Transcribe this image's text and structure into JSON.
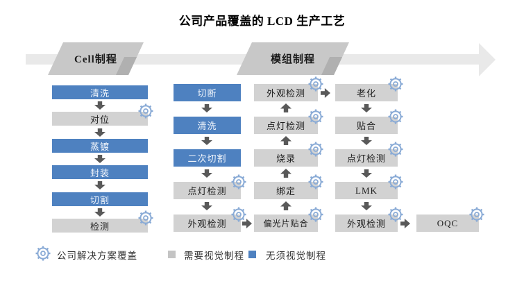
{
  "title": "公司产品覆盖的 LCD 生产工艺",
  "banner": {
    "stage1_label": "Cell制程",
    "stage2_label": "模组制程"
  },
  "flow": {
    "cell_column": {
      "flow_direction": "down",
      "items": [
        {
          "label": "清洗",
          "type": "no_vision",
          "solution_covered": false
        },
        {
          "label": "对位",
          "type": "vision",
          "solution_covered": true
        },
        {
          "label": "蒸镀",
          "type": "no_vision",
          "solution_covered": false
        },
        {
          "label": "封装",
          "type": "no_vision",
          "solution_covered": false
        },
        {
          "label": "切割",
          "type": "no_vision",
          "solution_covered": false
        },
        {
          "label": "检测",
          "type": "vision",
          "solution_covered": true
        }
      ]
    },
    "module_column1": {
      "flow_direction": "down",
      "items": [
        {
          "label": "切断",
          "type": "no_vision",
          "solution_covered": false
        },
        {
          "label": "清洗",
          "type": "no_vision",
          "solution_covered": false
        },
        {
          "label": "二次切割",
          "type": "no_vision",
          "solution_covered": false
        },
        {
          "label": "点灯检测",
          "type": "vision",
          "solution_covered": true
        },
        {
          "label": "外观检测",
          "type": "vision",
          "solution_covered": true
        }
      ]
    },
    "module_column2": {
      "flow_direction": "up",
      "items": [
        {
          "label": "外观检测",
          "type": "vision",
          "solution_covered": true
        },
        {
          "label": "点灯检测",
          "type": "vision",
          "solution_covered": true
        },
        {
          "label": "烧录",
          "type": "vision",
          "solution_covered": true
        },
        {
          "label": "绑定",
          "type": "vision",
          "solution_covered": true
        },
        {
          "label": "偏光片贴合",
          "type": "vision",
          "solution_covered": true
        }
      ]
    },
    "module_column3": {
      "flow_direction": "down",
      "items": [
        {
          "label": "老化",
          "type": "vision",
          "solution_covered": true
        },
        {
          "label": "贴合",
          "type": "vision",
          "solution_covered": true
        },
        {
          "label": "点灯检测",
          "type": "vision",
          "solution_covered": true
        },
        {
          "label": "LMK",
          "type": "vision",
          "solution_covered": true
        },
        {
          "label": "外观检测",
          "type": "vision",
          "solution_covered": true
        }
      ]
    },
    "final_step": {
      "label": "OQC",
      "type": "vision",
      "solution_covered": true
    }
  },
  "legend": {
    "gear_label": "公司解决方案覆盖",
    "vision_label": "需要视觉制程",
    "no_vision_label": "无须视觉制程"
  },
  "colors": {
    "no_vision_blue": "#4e81c0",
    "vision_gray": "#d2d2d2",
    "gear_blue": "#8aabd6",
    "arrow_dark": "#595959",
    "banner_arrow_gray": "#e9e9e9",
    "stage_tab_gray": "#c8c8c8"
  }
}
